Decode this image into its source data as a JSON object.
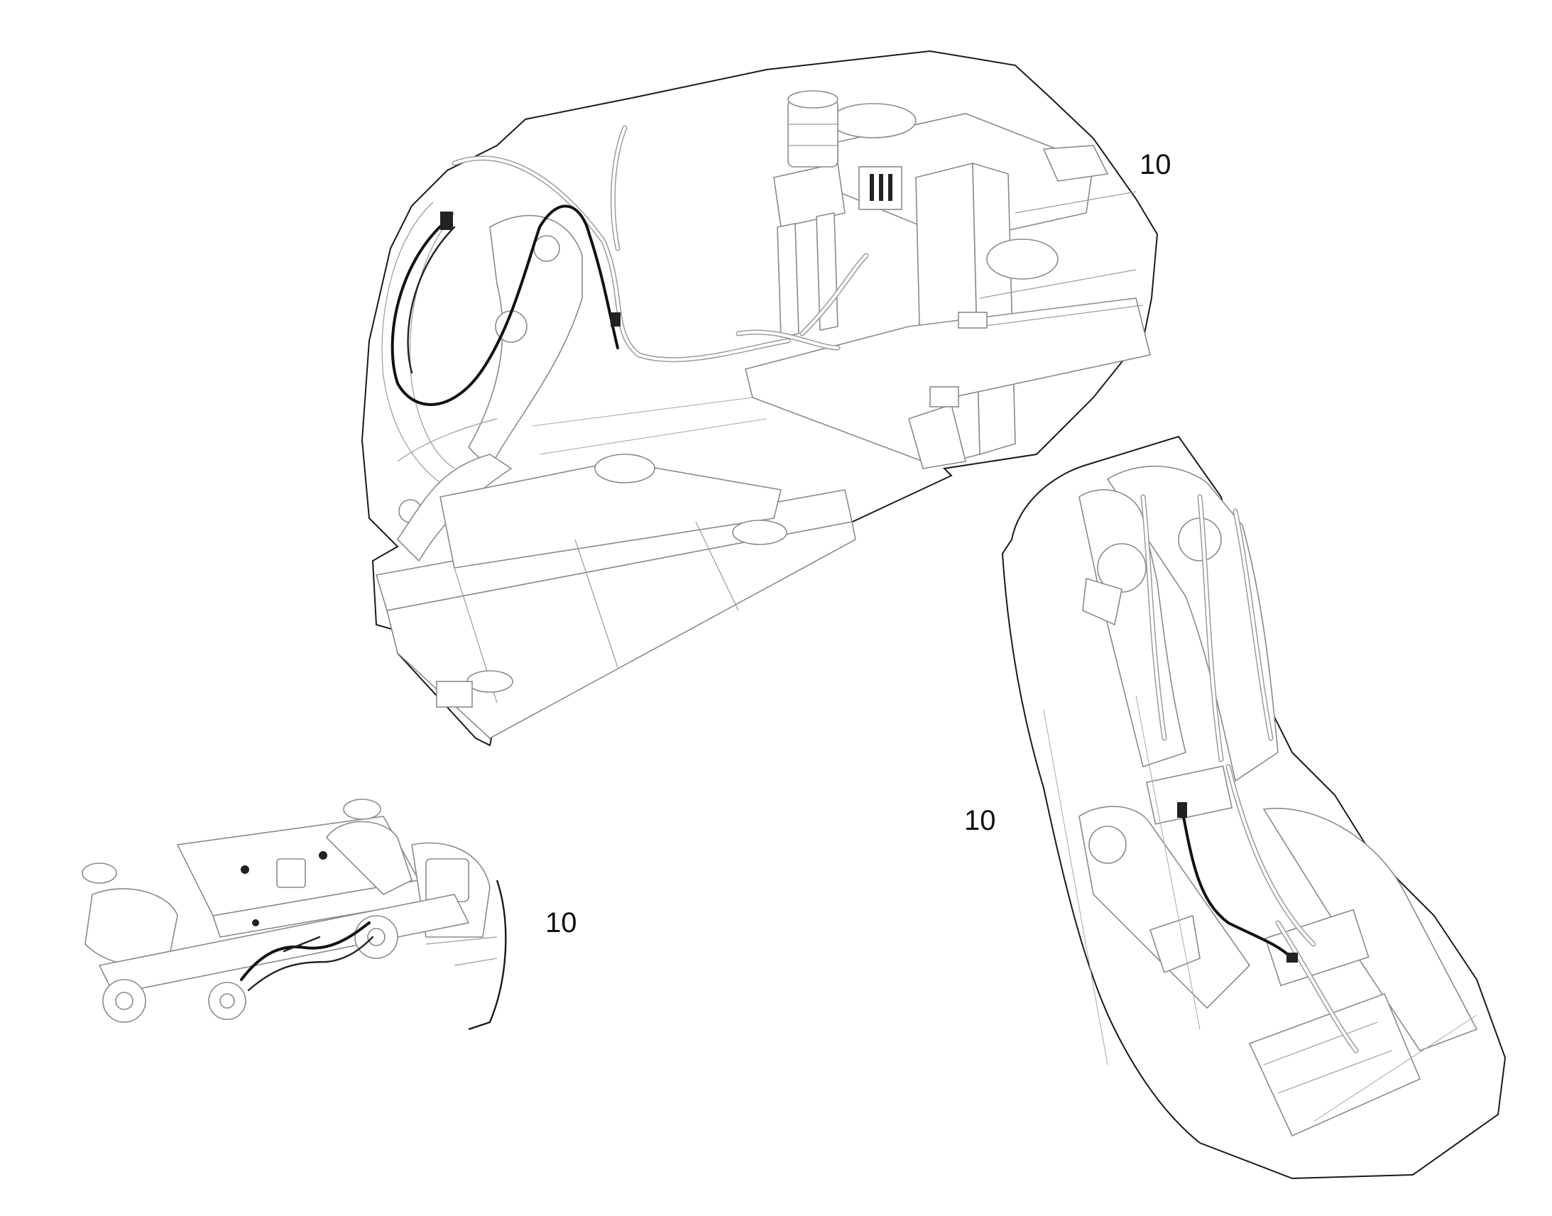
{
  "callouts": [
    {
      "label": "10"
    },
    {
      "label": "10"
    },
    {
      "label": "10"
    }
  ],
  "colors": {
    "outline": "#1a1a1a",
    "part_line": "#8a8a8a",
    "cable": "#111111",
    "background": "#ffffff"
  }
}
